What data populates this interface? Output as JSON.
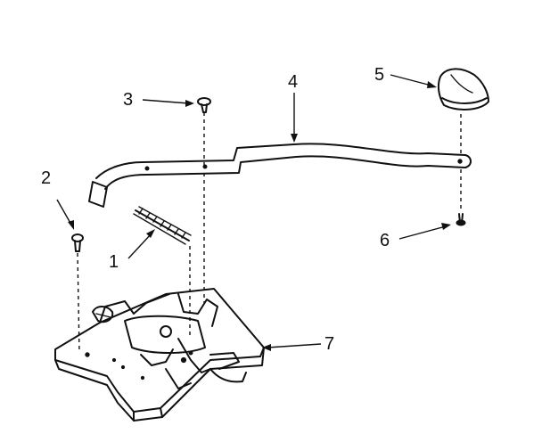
{
  "callouts": [
    {
      "id": "1",
      "text": "1"
    },
    {
      "id": "2",
      "text": "2"
    },
    {
      "id": "3",
      "text": "3"
    },
    {
      "id": "4",
      "text": "4"
    },
    {
      "id": "5",
      "text": "5"
    },
    {
      "id": "6",
      "text": "6"
    },
    {
      "id": "7",
      "text": "7"
    }
  ]
}
